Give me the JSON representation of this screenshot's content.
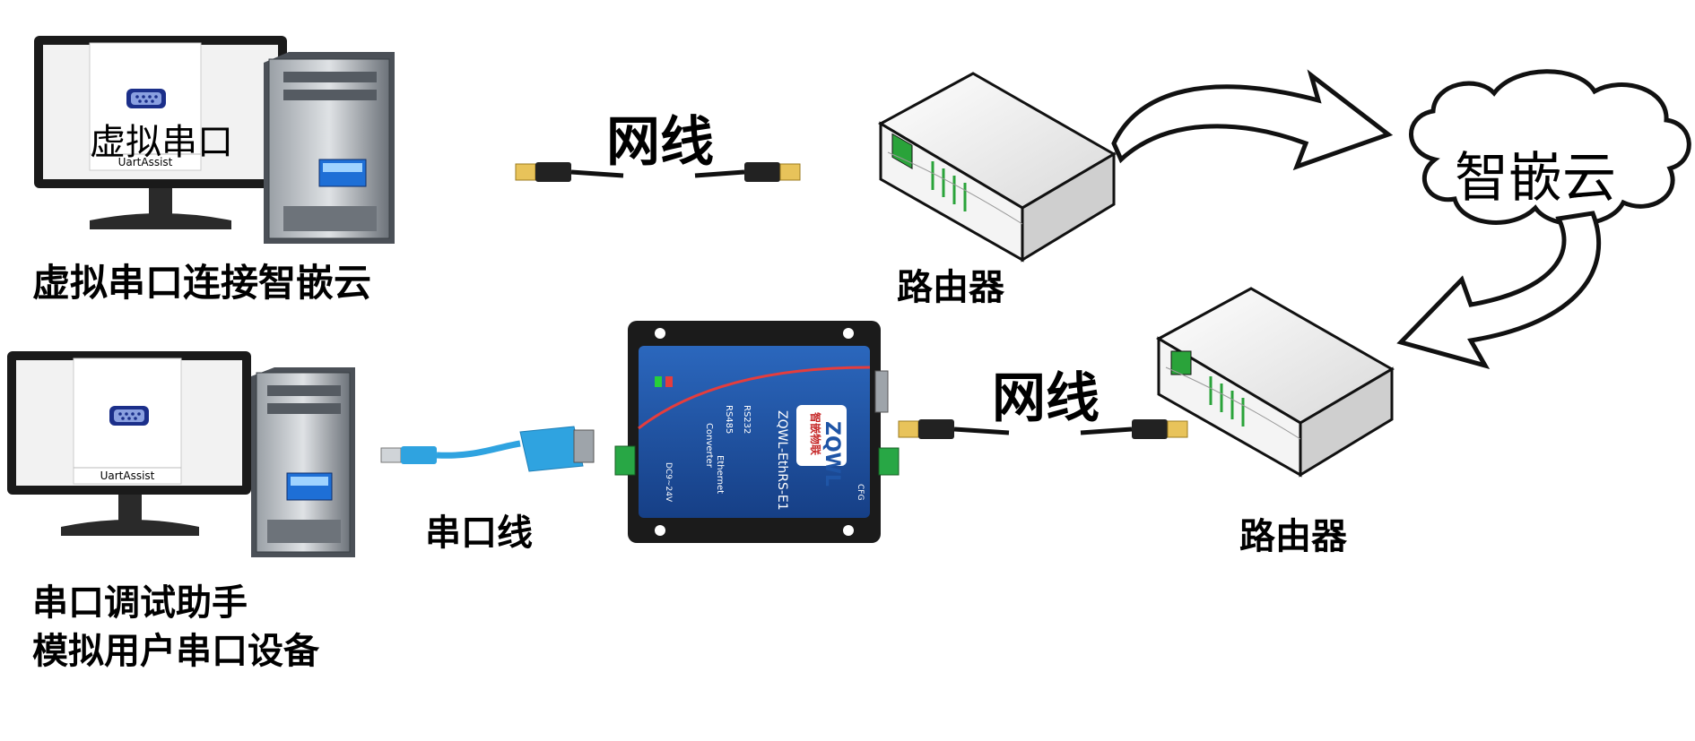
{
  "pc_top": {
    "screen_title": "虚拟串口",
    "screen_app": "UartAssist",
    "caption": "虚拟串口连接智嵌云"
  },
  "pc_bottom": {
    "screen_app": "UartAssist",
    "caption_line1": "串口调试助手",
    "caption_line2": "模拟用户串口设备"
  },
  "cable_top_label": "网线",
  "cable_bottom_label": "网线",
  "serial_label": "串口线",
  "router_top_label": "路由器",
  "router_bottom_label": "路由器",
  "cloud_label": "智嵌云",
  "device": {
    "brand": "ZQWL",
    "brand_cn": "智嵌物联",
    "model": "ZQWL-EthRS-E1",
    "port_rs232": "RS232",
    "port_rs485": "RS485",
    "port_ethernet": "Ethernet",
    "converter": "Converter",
    "cfg": "CFG",
    "power": "DC9~24V"
  },
  "colors": {
    "device_blue": "#1f55a6",
    "cable_blue": "#2fa3e0",
    "router_green": "#2aa33a",
    "led_green": "#27d03a"
  }
}
